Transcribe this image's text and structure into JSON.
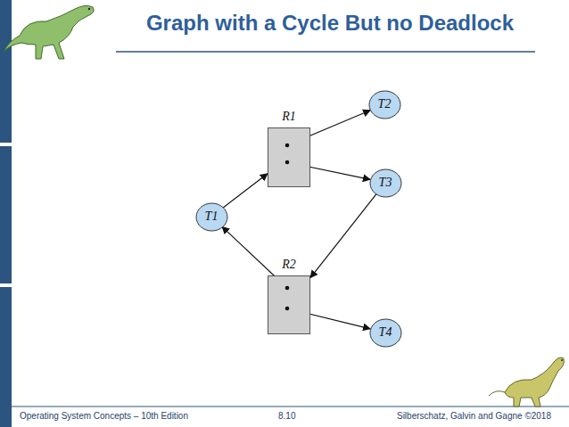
{
  "diagram": {
    "title": "Graph with a Cycle But no Deadlock",
    "nodes": [
      {
        "text": [
          "T2"
        ]
      },
      {
        "text": [
          "R1"
        ]
      },
      {
        "text": [
          "T3"
        ]
      },
      {
        "text": [
          "T1"
        ]
      },
      {
        "text": [
          "R2"
        ]
      },
      {
        "text": [
          "T4"
        ]
      }
    ],
    "edges": [
      {
        "from": 1,
        "to": 0,
        "arrow": "to"
      },
      {
        "from": 1,
        "to": 2,
        "arrow": "to"
      },
      {
        "from": 3,
        "to": 1,
        "arrow": "to"
      },
      {
        "from": 2,
        "to": 4,
        "arrow": "to"
      },
      {
        "from": 4,
        "to": 3,
        "arrow": "to"
      },
      {
        "from": 4,
        "to": 5,
        "arrow": "to"
      }
    ],
    "labels": [
      "Operating System Concepts – 10th Edition",
      "8.10",
      "Silberschatz, Galvin and Gagne ©2018"
    ]
  }
}
